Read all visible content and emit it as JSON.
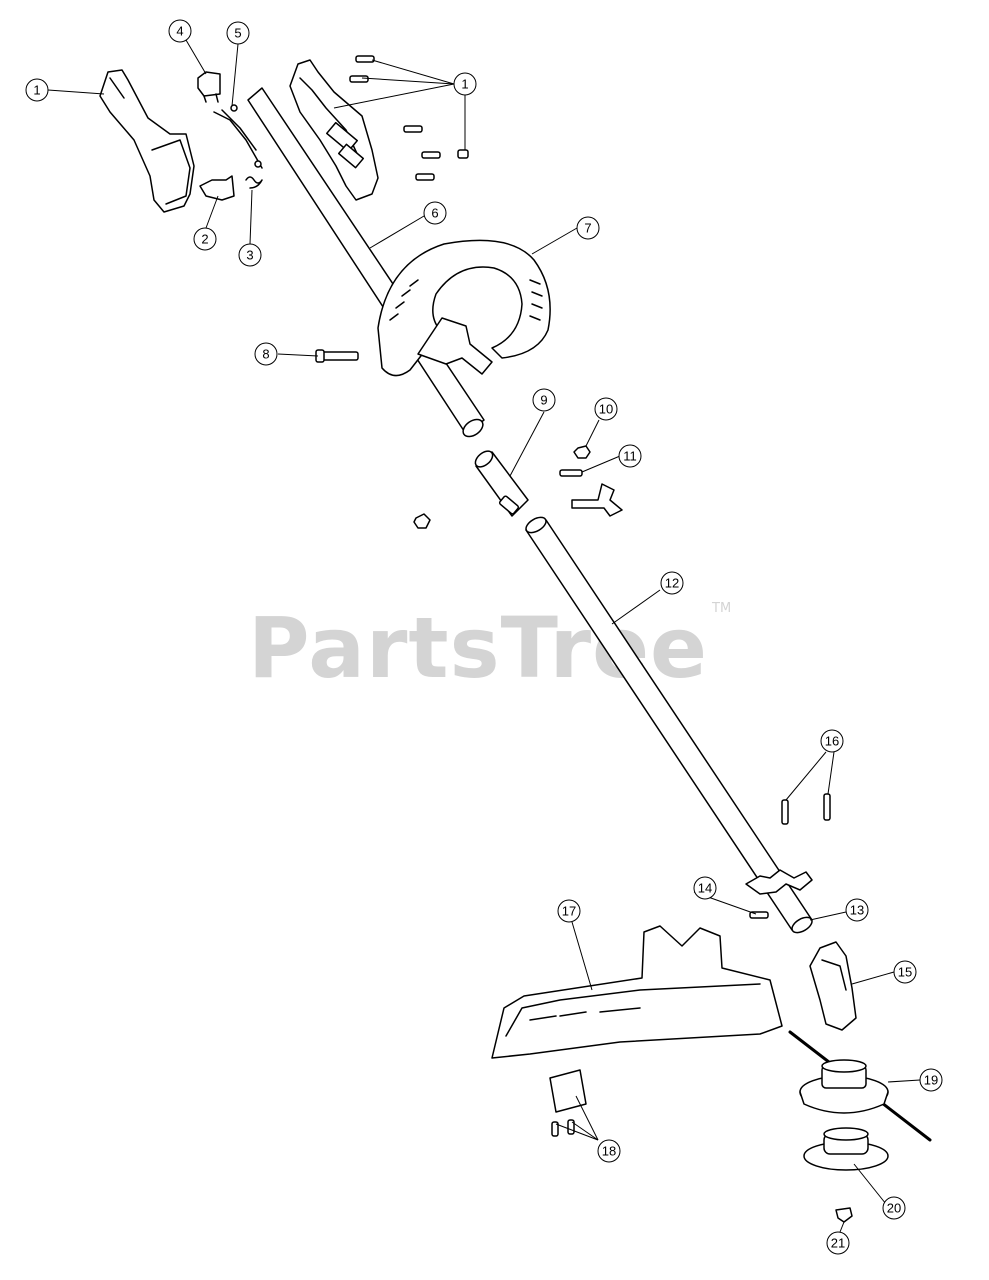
{
  "watermark": {
    "text": "PartsTree",
    "trademark": "TM"
  },
  "callouts": [
    {
      "label": "1"
    },
    {
      "label": "1"
    },
    {
      "label": "2"
    },
    {
      "label": "3"
    },
    {
      "label": "4"
    },
    {
      "label": "5"
    },
    {
      "label": "6"
    },
    {
      "label": "7"
    },
    {
      "label": "8"
    },
    {
      "label": "9"
    },
    {
      "label": "10"
    },
    {
      "label": "11"
    },
    {
      "label": "12"
    },
    {
      "label": "13"
    },
    {
      "label": "14"
    },
    {
      "label": "15"
    },
    {
      "label": "16"
    },
    {
      "label": "17"
    },
    {
      "label": "18"
    },
    {
      "label": "19"
    },
    {
      "label": "20"
    },
    {
      "label": "21"
    }
  ]
}
